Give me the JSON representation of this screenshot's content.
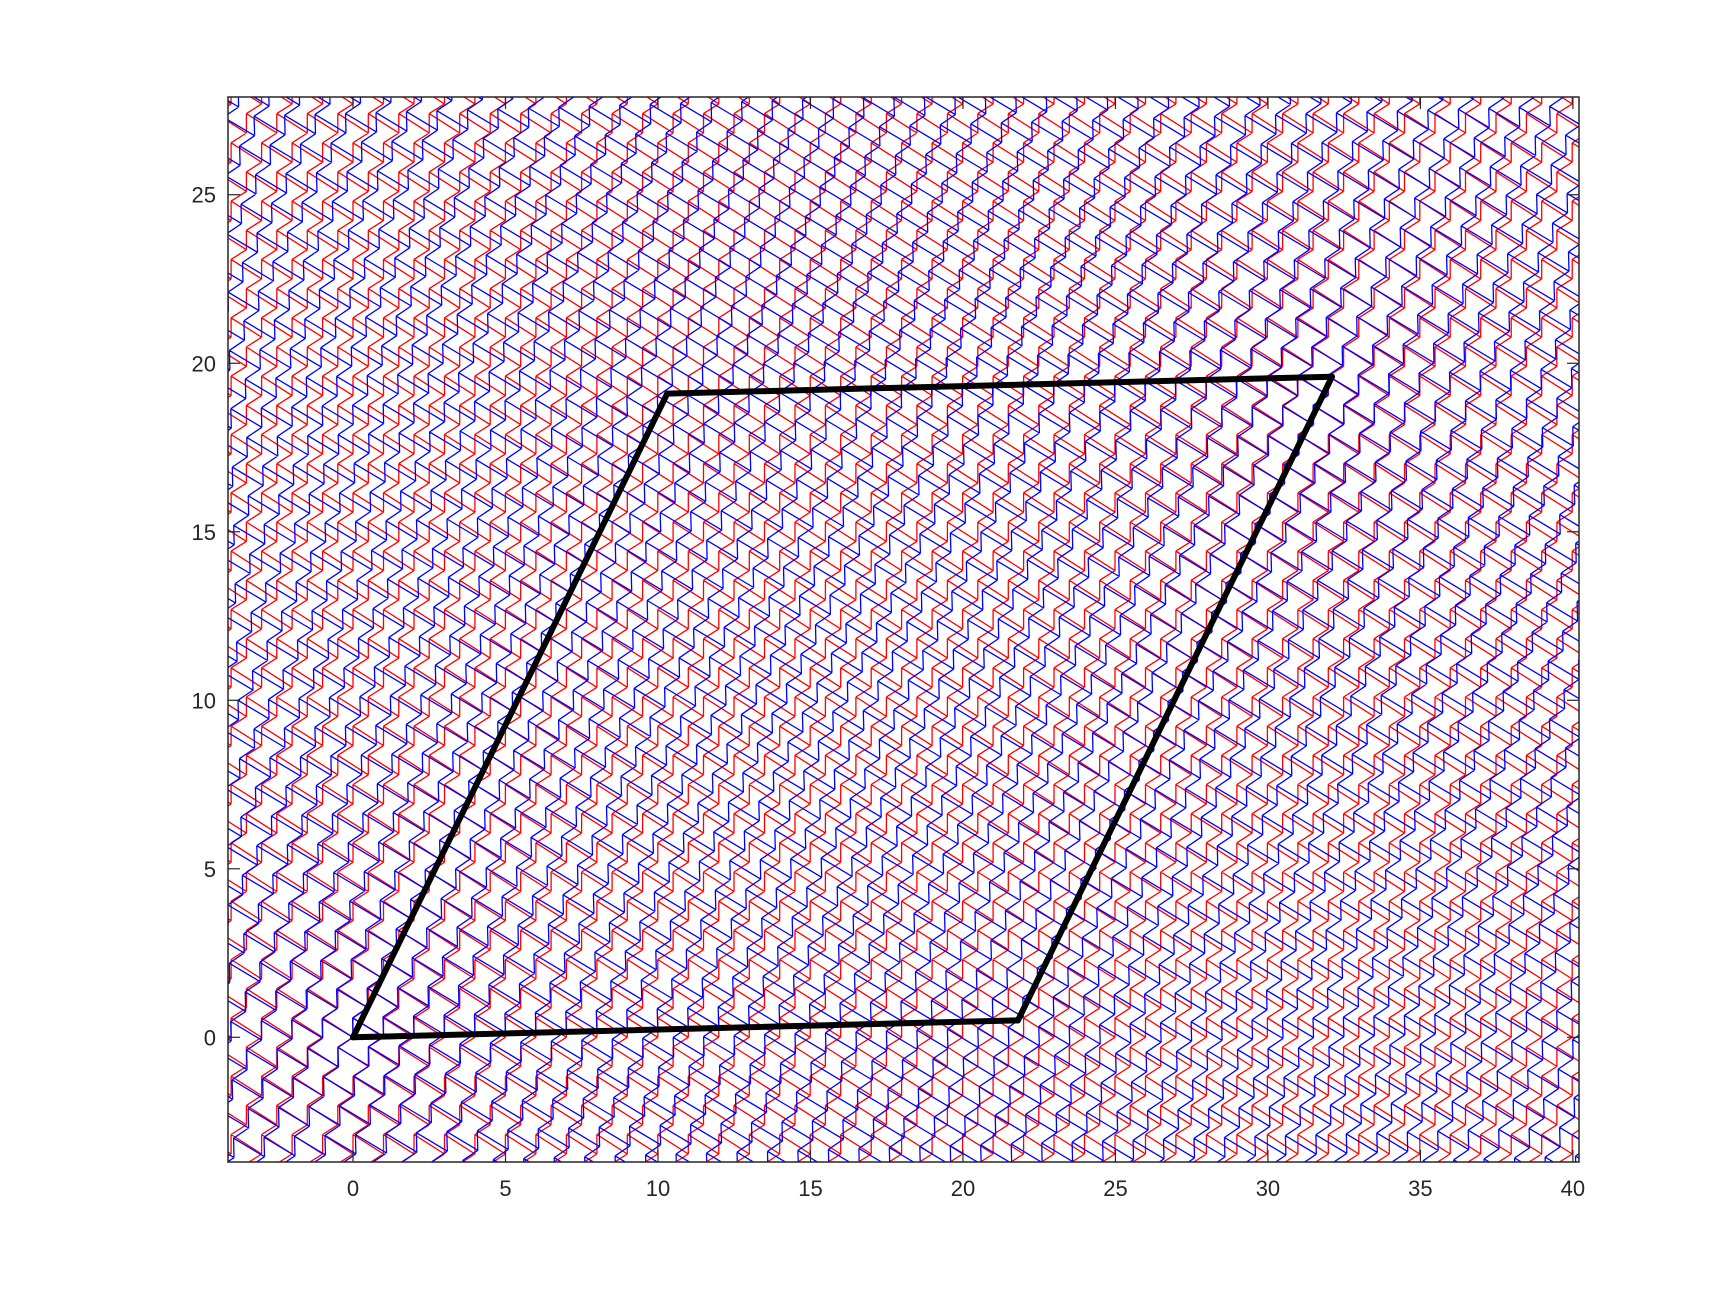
{
  "chart_data": {
    "type": "line",
    "title": "",
    "xlabel": "",
    "ylabel": "",
    "xlim": [
      -4.1,
      40.2
    ],
    "ylim": [
      -3.7,
      27.9
    ],
    "xticks": [
      0,
      5,
      10,
      15,
      20,
      25,
      30,
      35,
      40
    ],
    "yticks": [
      0,
      5,
      10,
      15,
      20,
      25
    ],
    "xtick_labels": [
      "0",
      "5",
      "10",
      "15",
      "20",
      "25",
      "30",
      "35",
      "40"
    ],
    "ytick_labels": [
      "0",
      "5",
      "10",
      "15",
      "20",
      "25"
    ],
    "grid": false,
    "legend": "none",
    "series": [
      {
        "color": "#ff0000",
        "style": "honeycomb lattice",
        "bond_length": 0.577,
        "rotation_deg": 0.0
      },
      {
        "color": "#0000ff",
        "style": "honeycomb lattice",
        "bond_length": 0.577,
        "rotation_deg": 1.56
      },
      {
        "color": "#000000",
        "style": "supercell outline",
        "x": [
          0,
          21.8,
          32.1,
          10.3,
          0
        ],
        "y": [
          0,
          0.5,
          19.6,
          19.1,
          0
        ]
      }
    ]
  }
}
